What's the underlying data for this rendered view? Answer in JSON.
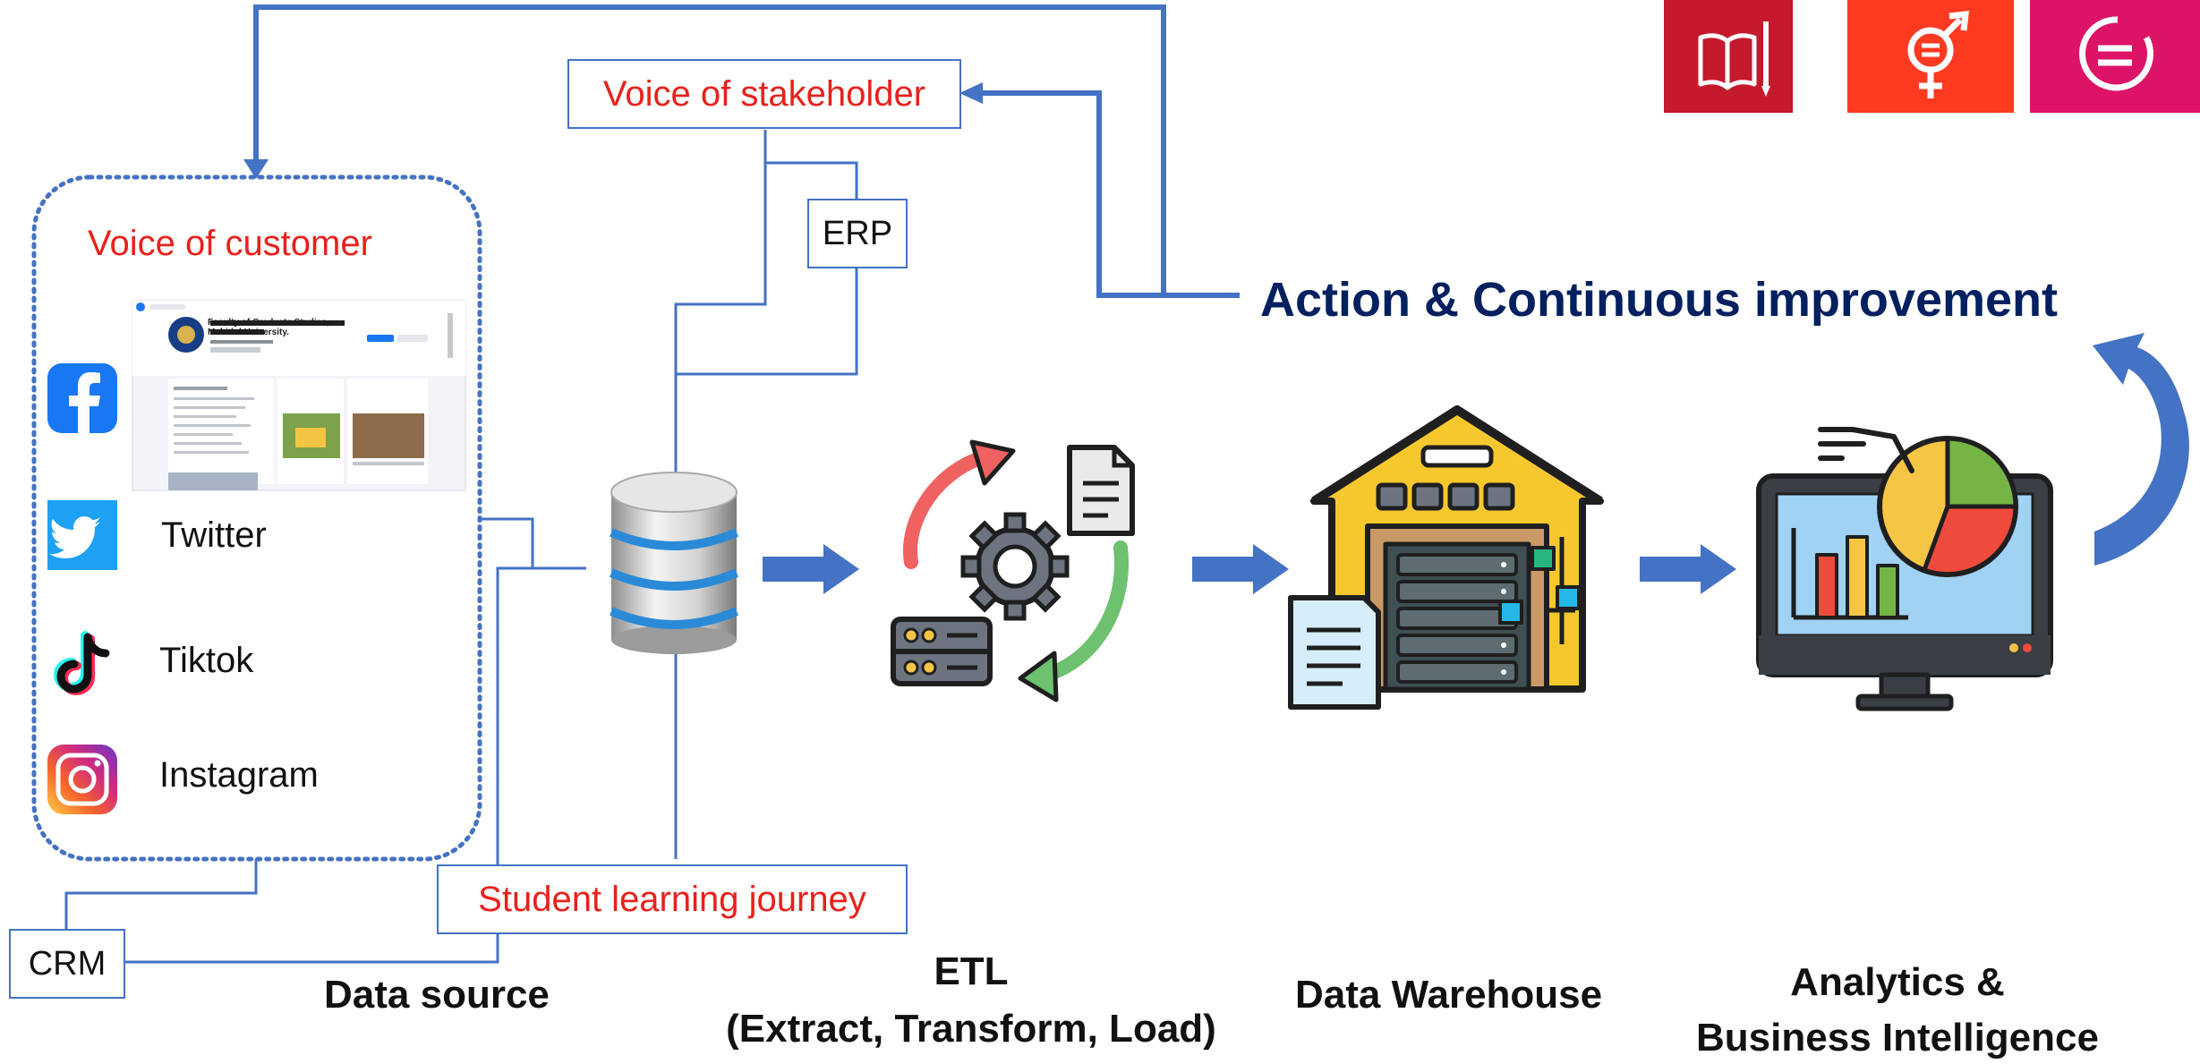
{
  "labels": {
    "voice_of_customer": "Voice of customer",
    "voice_of_stakeholder": "Voice of stakeholder",
    "erp": "ERP",
    "crm": "CRM",
    "student_learning_journey": "Student learning journey",
    "action": "Action & Continuous improvement",
    "data_source": "Data source",
    "etl_line1": "ETL",
    "etl_line2": "(Extract, Transform, Load)",
    "data_warehouse": "Data Warehouse",
    "analytics_line1": "Analytics &",
    "analytics_line2": "Business Intelligence"
  },
  "social": [
    {
      "name": "Twitter",
      "icon": "twitter-icon"
    },
    {
      "name": "Tiktok",
      "icon": "tiktok-icon"
    },
    {
      "name": "Instagram",
      "icon": "instagram-icon"
    }
  ],
  "facebook_card": {
    "page_name": "Faculty of Graduate Studies, Mahidol University."
  },
  "colors": {
    "connector_blue": "#4472c4",
    "label_red": "#e8211c",
    "heading_navy": "#002060",
    "sdg_quality_education": "#c5192d",
    "sdg_gender_equality": "#ff3a21",
    "sdg_reduced_inequalities": "#dd1367"
  }
}
